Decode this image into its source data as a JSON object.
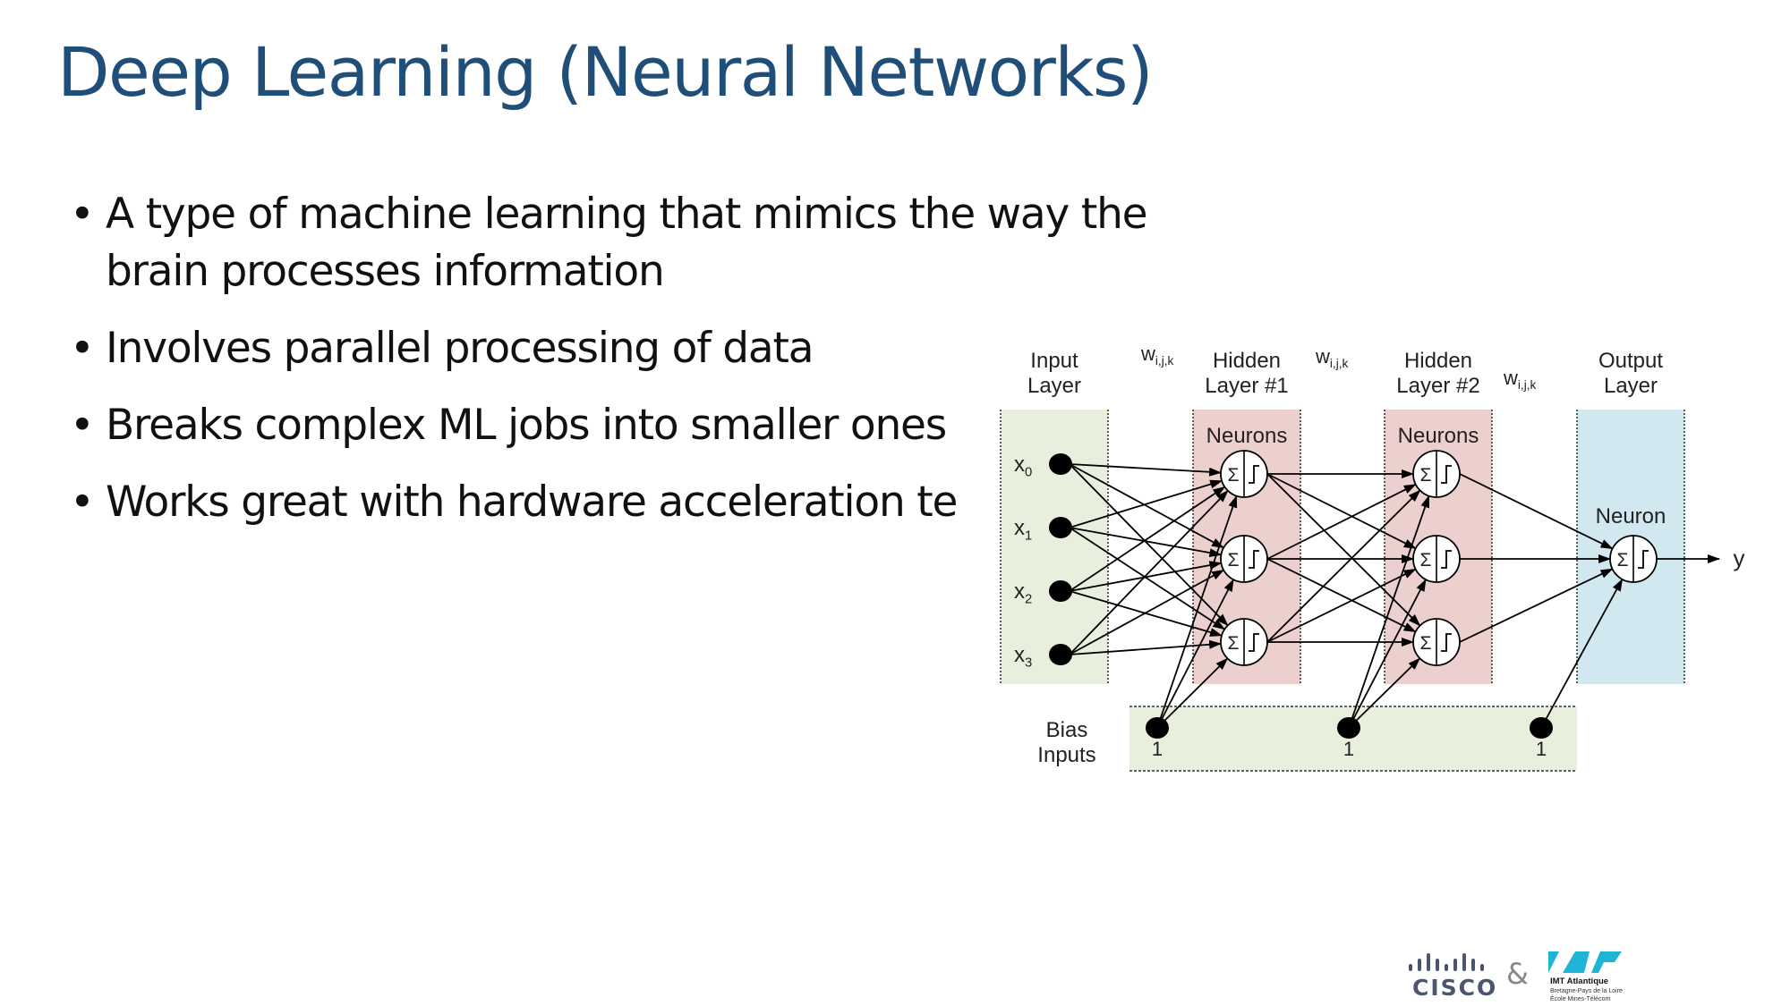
{
  "slide": {
    "title": "Deep Learning (Neural Networks)",
    "bullets": [
      "A type of machine learning that mimics the way the brain processes information",
      "Involves parallel processing of data",
      "Breaks complex ML jobs into smaller ones",
      "Works great with hardware acceleration te"
    ]
  },
  "diagram": {
    "layers": [
      {
        "header_line1": "Input",
        "header_line2": "Layer",
        "inner_label": "",
        "color": "#e8efdc"
      },
      {
        "header_line1": "Hidden",
        "header_line2": "Layer #1",
        "inner_label": "Neurons",
        "color": "#ecd0cd"
      },
      {
        "header_line1": "Hidden",
        "header_line2": "Layer #2",
        "inner_label": "Neurons",
        "color": "#ecd0cd"
      },
      {
        "header_line1": "Output",
        "header_line2": "Layer",
        "inner_label": "Neuron",
        "color": "#d2e8f1"
      }
    ],
    "inputs": [
      {
        "var": "x",
        "sub": "0"
      },
      {
        "var": "x",
        "sub": "1"
      },
      {
        "var": "x",
        "sub": "2"
      },
      {
        "var": "x",
        "sub": "3"
      }
    ],
    "hidden_neuron_counts": [
      3,
      3
    ],
    "output_neuron_count": 1,
    "weight_label": {
      "var": "w",
      "sub": "i,j,k"
    },
    "sum_symbol": "Σ",
    "output_label": "y",
    "bias": {
      "label_line1": "Bias",
      "label_line2": "Inputs",
      "values": [
        "1",
        "1",
        "1"
      ],
      "color": "#e8efdc"
    }
  },
  "footer": {
    "cisco_word": "CISCO",
    "ampersand": "&",
    "imt_name": "IMT Atlantique",
    "imt_line2": "Bretagne-Pays de la Loire",
    "imt_line3": "École Mines-Télécom",
    "imt_color": "#1fb3d6"
  }
}
